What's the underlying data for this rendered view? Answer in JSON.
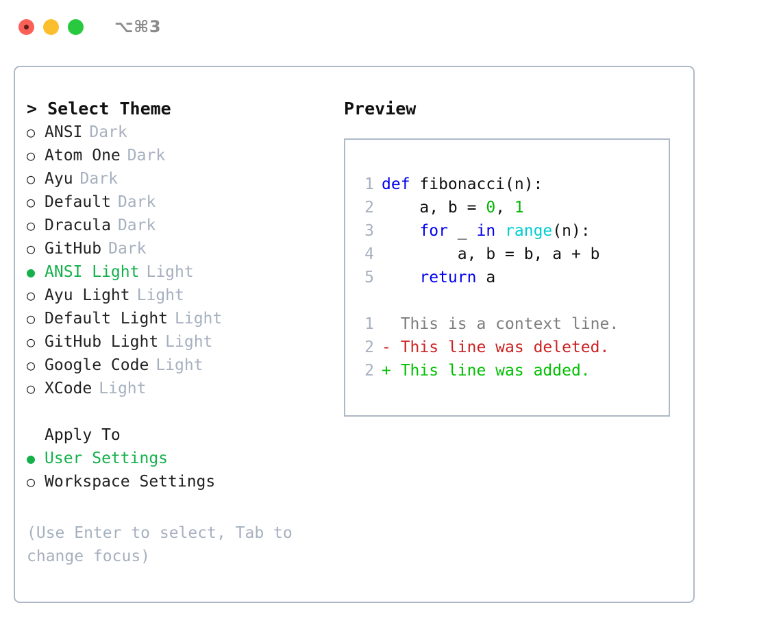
{
  "window": {
    "shortcut_label": "⌥⌘3",
    "traffic_lights": [
      "close",
      "minimize",
      "maximize"
    ]
  },
  "colors": {
    "accent_green": "#14b04a",
    "muted_gray": "#a6b0bf",
    "border": "#aeb8c7",
    "keyword_blue": "#0000ee",
    "number_green": "#00b400",
    "builtin_cyan": "#00ccd4",
    "diff_deleted_red": "#cc2222",
    "diff_added_green": "#00c000"
  },
  "theme_picker": {
    "title": "> Select Theme",
    "themes": [
      {
        "name": "ANSI",
        "category": "Dark",
        "selected": false,
        "bullet": "○"
      },
      {
        "name": "Atom One",
        "category": "Dark",
        "selected": false,
        "bullet": "○"
      },
      {
        "name": "Ayu",
        "category": "Dark",
        "selected": false,
        "bullet": "○"
      },
      {
        "name": "Default",
        "category": "Dark",
        "selected": false,
        "bullet": "○"
      },
      {
        "name": "Dracula",
        "category": "Dark",
        "selected": false,
        "bullet": "○"
      },
      {
        "name": "GitHub",
        "category": "Dark",
        "selected": false,
        "bullet": "○"
      },
      {
        "name": "ANSI Light",
        "category": "Light",
        "selected": true,
        "bullet": "●"
      },
      {
        "name": "Ayu Light",
        "category": "Light",
        "selected": false,
        "bullet": "○"
      },
      {
        "name": "Default Light",
        "category": "Light",
        "selected": false,
        "bullet": "○"
      },
      {
        "name": "GitHub Light",
        "category": "Light",
        "selected": false,
        "bullet": "○"
      },
      {
        "name": "Google Code",
        "category": "Light",
        "selected": false,
        "bullet": "○"
      },
      {
        "name": "XCode",
        "category": "Light",
        "selected": false,
        "bullet": "○"
      }
    ]
  },
  "apply_to": {
    "title": "Apply To",
    "options": [
      {
        "name": "User Settings",
        "selected": true,
        "bullet": "●"
      },
      {
        "name": "Workspace Settings",
        "selected": false,
        "bullet": "○"
      }
    ]
  },
  "hint": "(Use Enter to select, Tab to change focus)",
  "preview": {
    "label": "Preview",
    "code_lines": [
      {
        "number": "1",
        "tokens": [
          {
            "text": "def",
            "type": "kw"
          },
          {
            "text": " fibonacci(n):",
            "type": "plain"
          }
        ]
      },
      {
        "number": "2",
        "tokens": [
          {
            "text": "    a, b = ",
            "type": "plain"
          },
          {
            "text": "0",
            "type": "num"
          },
          {
            "text": ", ",
            "type": "plain"
          },
          {
            "text": "1",
            "type": "num"
          }
        ]
      },
      {
        "number": "3",
        "tokens": [
          {
            "text": "    ",
            "type": "plain"
          },
          {
            "text": "for",
            "type": "kw"
          },
          {
            "text": " _ ",
            "type": "plain"
          },
          {
            "text": "in",
            "type": "kw"
          },
          {
            "text": " ",
            "type": "plain"
          },
          {
            "text": "range",
            "type": "fn"
          },
          {
            "text": "(n):",
            "type": "plain"
          }
        ]
      },
      {
        "number": "4",
        "tokens": [
          {
            "text": "        a, b = b, a + b",
            "type": "plain"
          }
        ]
      },
      {
        "number": "5",
        "tokens": [
          {
            "text": "    ",
            "type": "plain"
          },
          {
            "text": "return",
            "type": "kw"
          },
          {
            "text": " a",
            "type": "plain"
          }
        ]
      }
    ],
    "diff_lines": [
      {
        "number": "1",
        "marker": " ",
        "text": " This is a context line.",
        "kind": "context"
      },
      {
        "number": "2",
        "marker": "-",
        "text": " This line was deleted.",
        "kind": "deleted"
      },
      {
        "number": "2",
        "marker": "+",
        "text": " This line was added.",
        "kind": "added"
      }
    ]
  }
}
